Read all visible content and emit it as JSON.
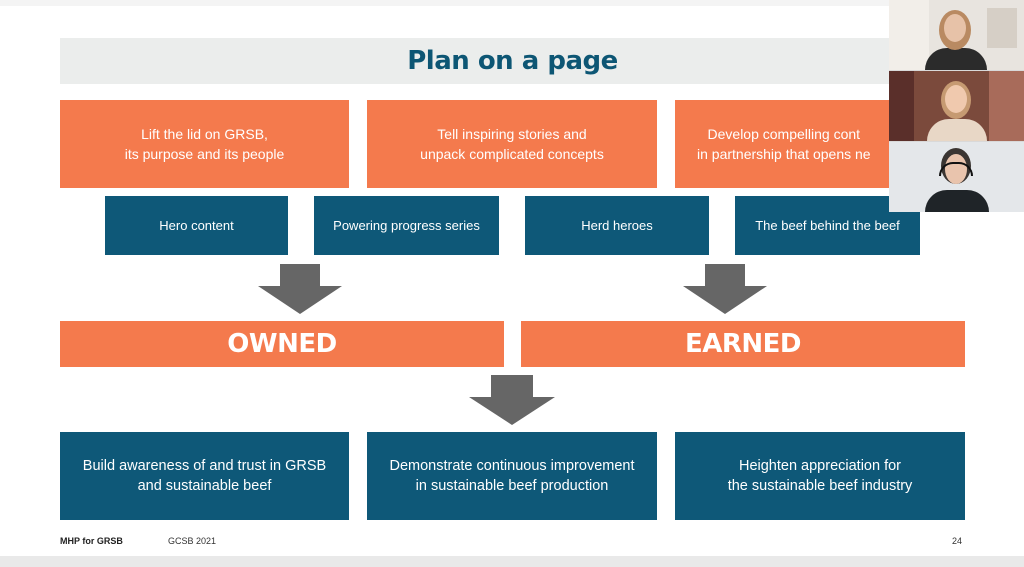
{
  "slide": {
    "title": "Plan on a page",
    "goals": [
      "Lift the lid on GRSB,\nits purpose and its people",
      "Tell inspiring stories and\nunpack complicated concepts",
      "Develop compelling cont\nin partnership that opens ne"
    ],
    "content_pillars": [
      "Hero content",
      "Powering progress series",
      "Herd heroes",
      "The beef behind the beef"
    ],
    "channels": [
      "OWNED",
      "EARNED"
    ],
    "outcomes": [
      "Build awareness of and trust in GRSB\nand sustainable beef",
      "Demonstrate continuous improvement\nin sustainable beef production",
      "Heighten appreciation for\nthe sustainable beef industry"
    ],
    "footer": {
      "left": "MHP for GRSB",
      "middle": "GCSB 2021",
      "page_number": "24"
    }
  },
  "colors": {
    "orange": "#f47a4d",
    "teal": "#0e5878",
    "title": "#0d5674",
    "title_band": "#ebedec",
    "arrow": "#666666"
  },
  "video_call": {
    "participant_tiles": 3
  }
}
